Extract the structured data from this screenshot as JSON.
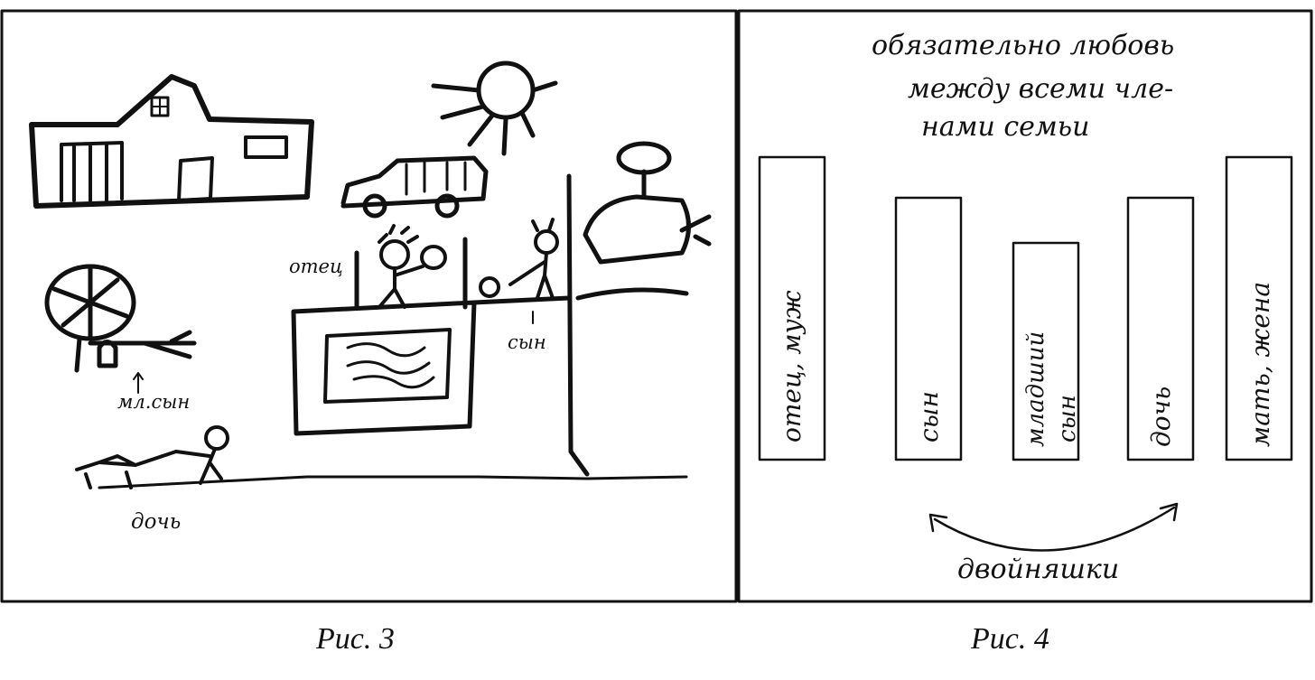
{
  "figure3": {
    "caption": "Рис. 3",
    "labels": {
      "father": "отец",
      "son": "сын",
      "younger_son": "мл.сын",
      "daughter": "дочь"
    }
  },
  "figure4": {
    "caption": "Рис. 4",
    "header_lines": [
      "обязательно любовь",
      "между всеми чле-",
      "нами семьи"
    ],
    "columns": [
      {
        "lines": [
          "отец, муж"
        ]
      },
      {
        "lines": [
          "сын"
        ]
      },
      {
        "lines": [
          "младший",
          "сын"
        ]
      },
      {
        "lines": [
          "дочь"
        ]
      },
      {
        "lines": [
          "мать, жена"
        ]
      }
    ],
    "twins_label": "двойняшки"
  }
}
